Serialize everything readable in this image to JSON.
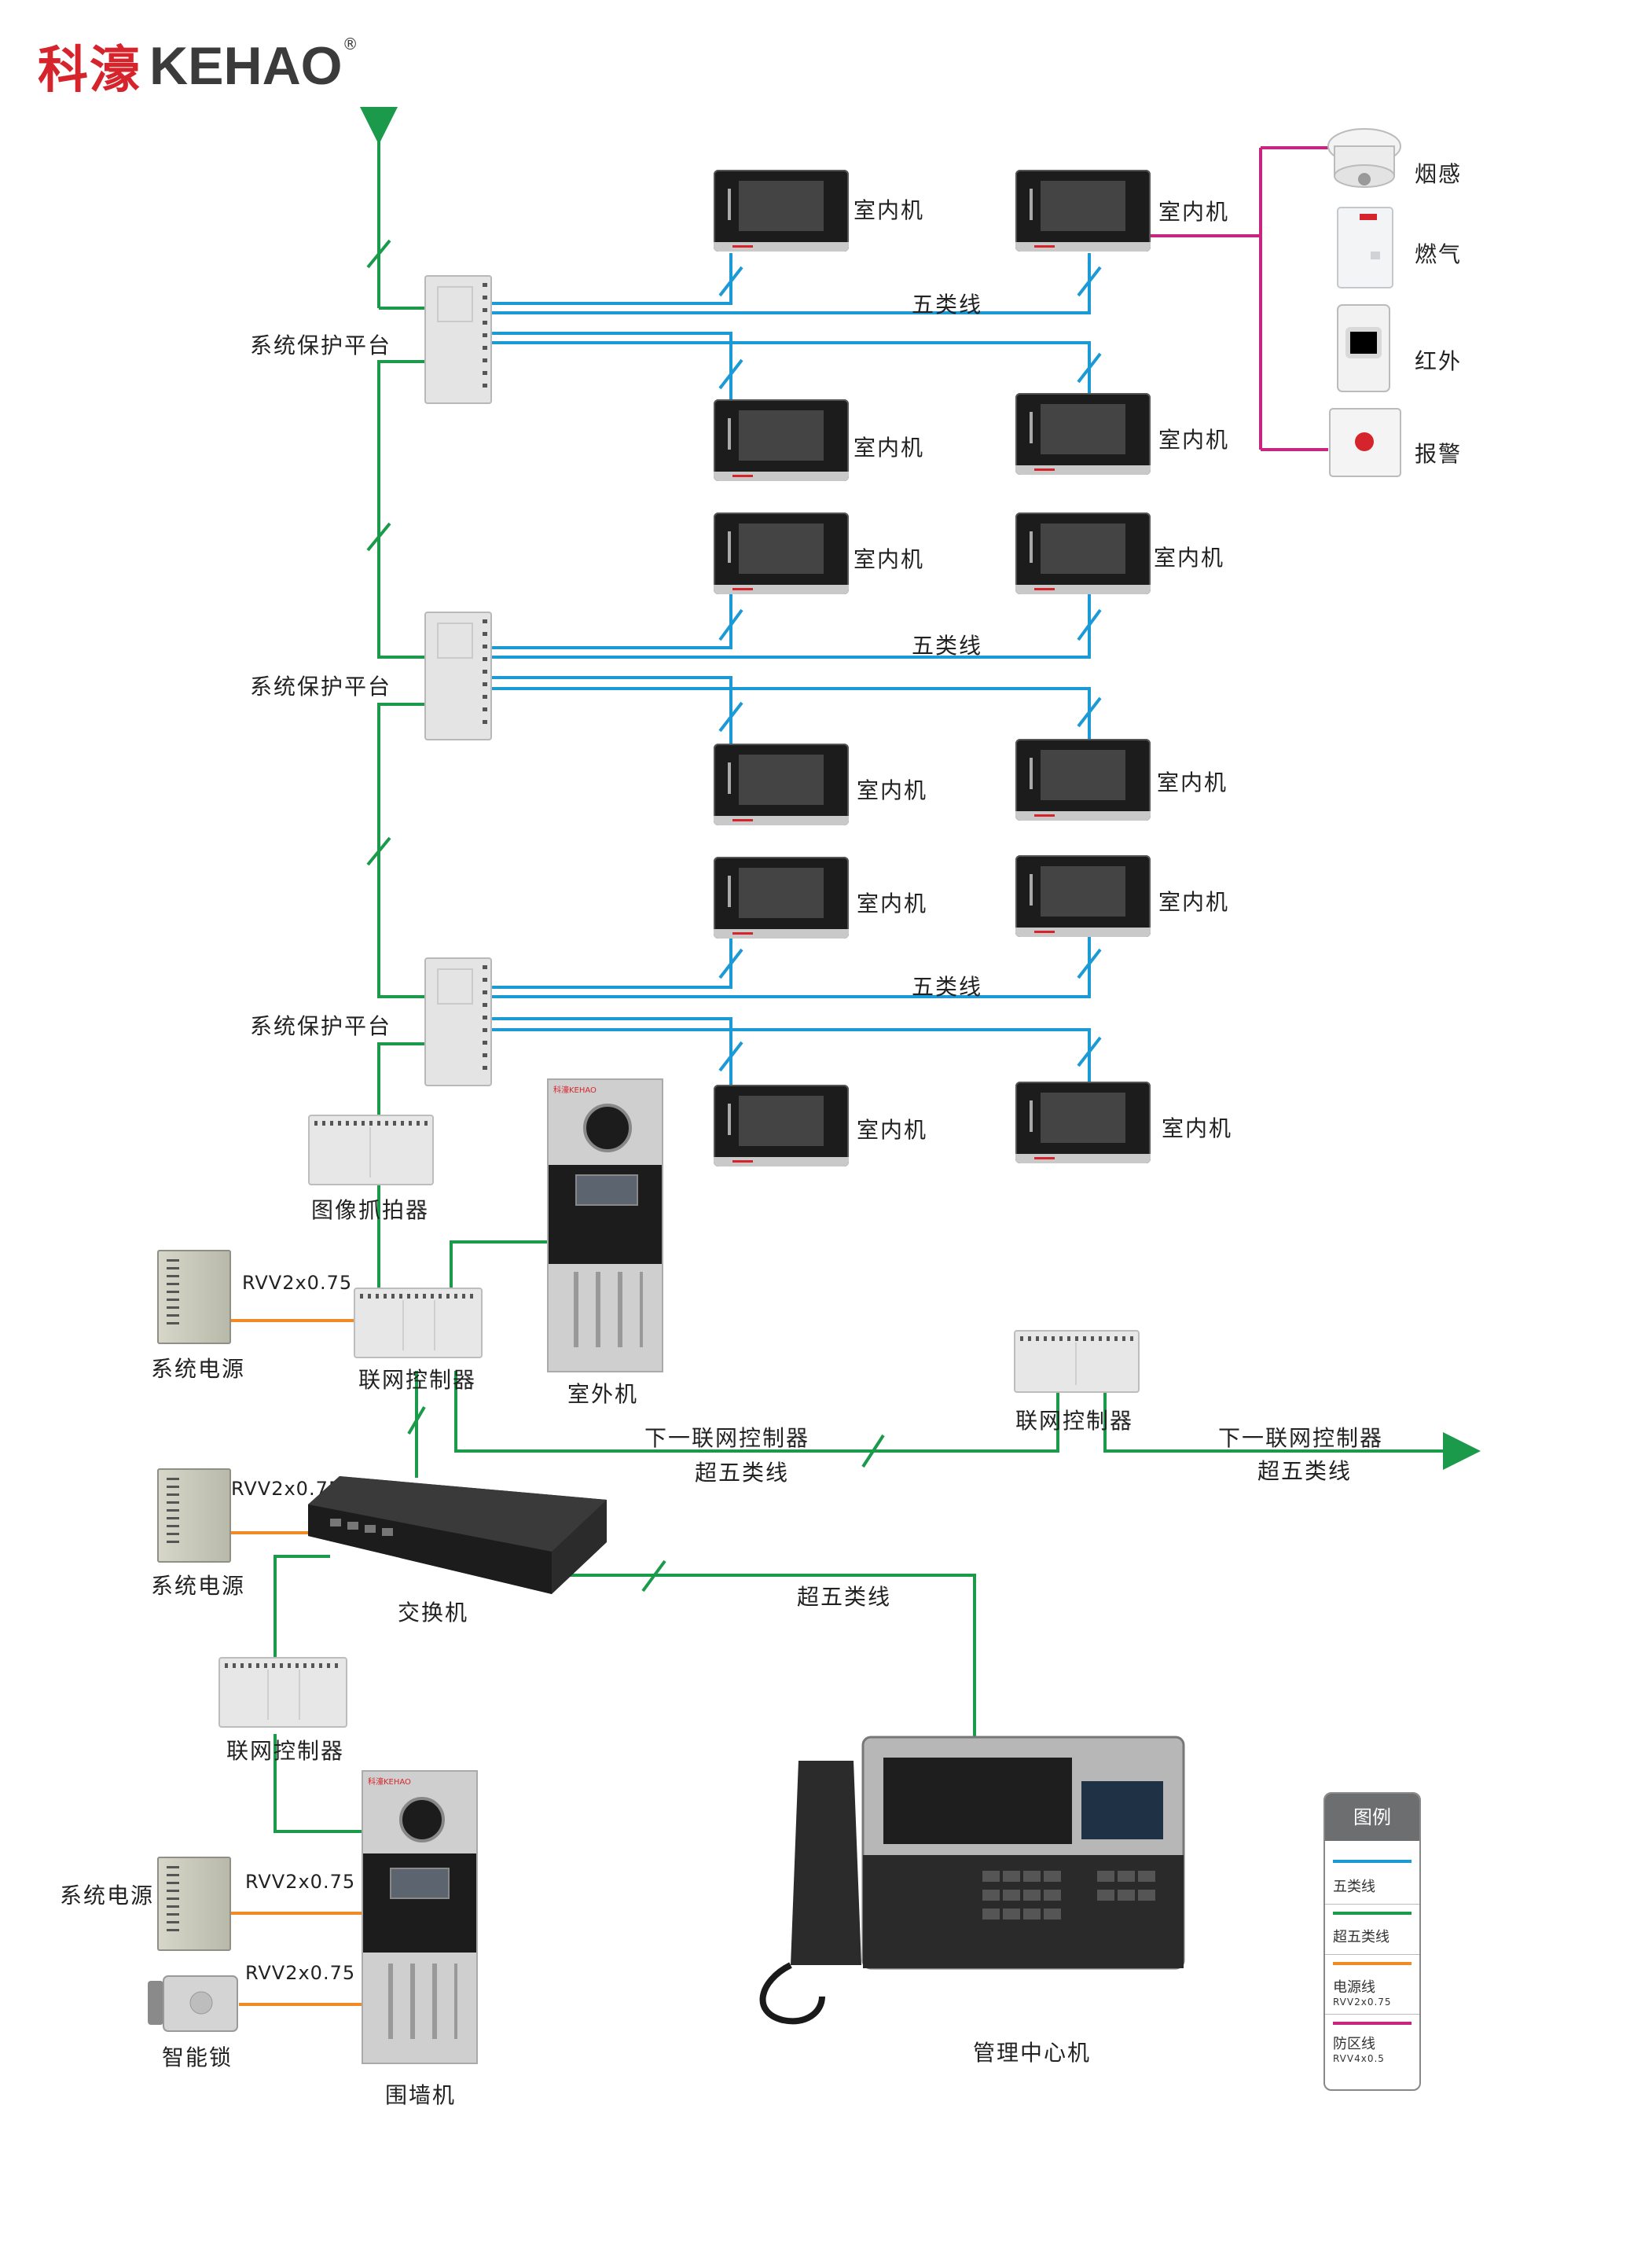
{
  "brand": {
    "cn": "科濠",
    "en": "KEHAO",
    "mark": "®",
    "device_mark": "科濠KEHAO"
  },
  "labels": {
    "indoor": "室内机",
    "cat5": "五类线",
    "platform": "系统保护平台",
    "smoke": "烟感",
    "gas": "燃气",
    "infrared": "红外",
    "alarm": "报警",
    "capturer": "图像抓拍器",
    "power": "系统电源",
    "rvv": "RVV2x0.75",
    "network_controller": "联网控制器",
    "outdoor": "室外机",
    "next_controller": "下一联网控制器",
    "cat5e": "超五类线",
    "switch": "交换机",
    "wall_unit": "围墙机",
    "smart_lock": "智能锁",
    "management": "管理中心机"
  },
  "legend": {
    "title": "图例",
    "cat5": "五类线",
    "cat5e": "超五类线",
    "power": "电源线",
    "power_spec": "RVV2x0.75",
    "zone": "防区线",
    "zone_spec": "RVV4x0.5"
  },
  "colors": {
    "cat5": "#1b9ad6",
    "cat5e": "#1a9a4a",
    "power": "#f08a24",
    "zone": "#c8267e",
    "brand": "#d6242c"
  }
}
